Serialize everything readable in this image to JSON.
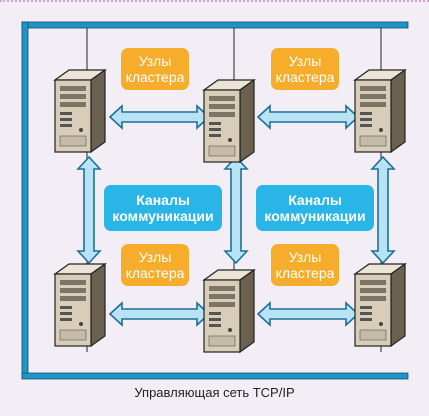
{
  "labels": {
    "node_tl": "Узлы\nкластера",
    "node_tr": "Узлы\nкластера",
    "node_bl": "Узлы\nкластера",
    "node_br": "Узлы\nкластера",
    "chan_left": "Каналы\nкоммуникации",
    "chan_right": "Каналы\nкоммуникации"
  },
  "caption": "Управляющая сеть TCP/IP",
  "colors": {
    "network": "#1e95c8",
    "node_badge": "#f7ad2c",
    "channel_badge": "#29b6e6",
    "arrow_fill": "#b8e3f4",
    "arrow_stroke": "#1e6f9a"
  },
  "icons": [
    "server-icon"
  ]
}
